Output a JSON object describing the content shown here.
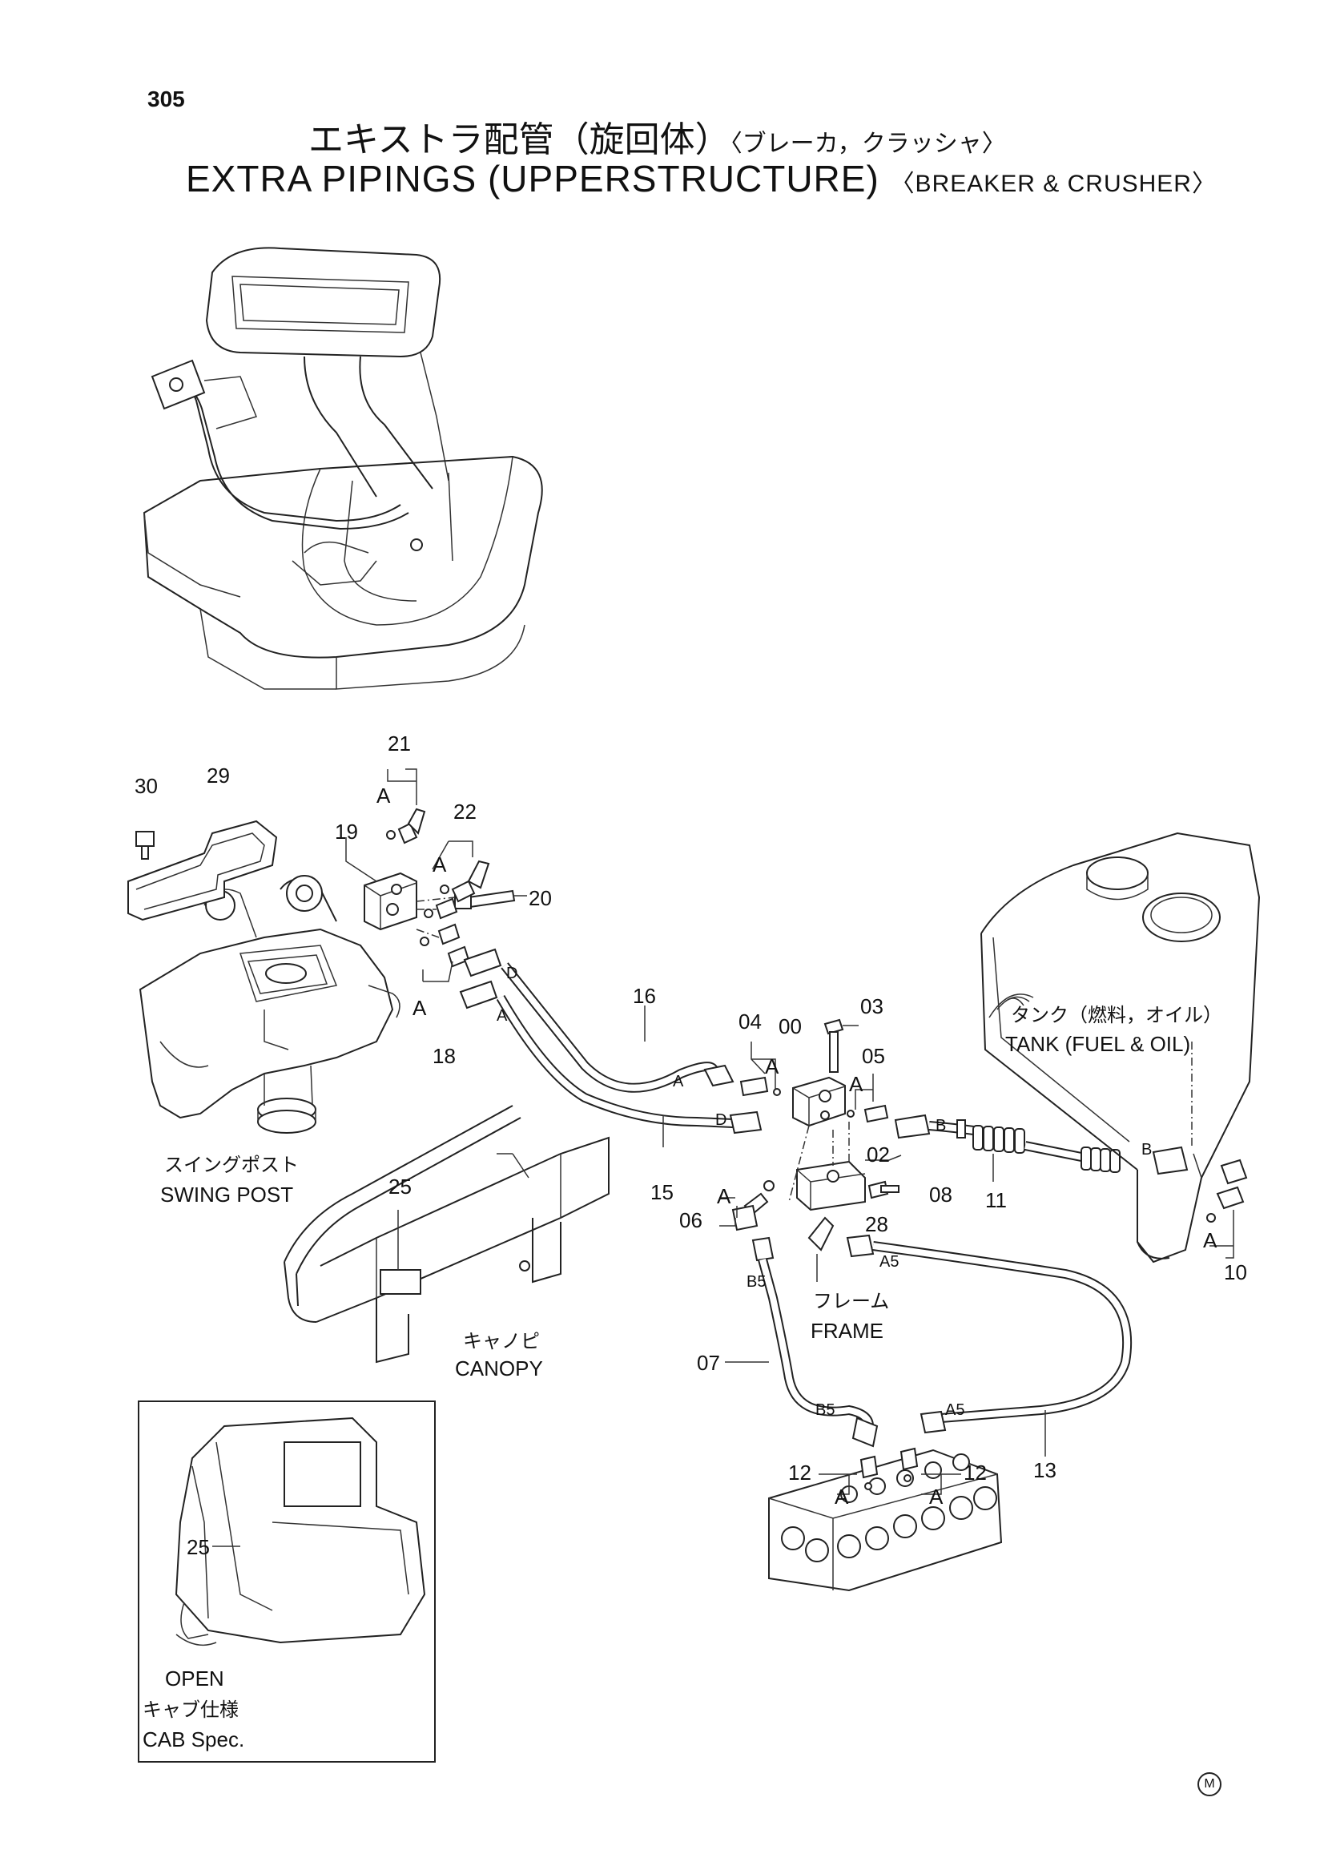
{
  "page_number": "305",
  "title_jp": "エキストラ配管（旋回体）",
  "title_jp_sub": "〈ブレーカ，クラッシャ〉",
  "title_en": "EXTRA PIPINGS (UPPERSTRUCTURE)",
  "title_en_sub": "〈BREAKER & CRUSHER〉",
  "part_numbers": {
    "p00": "00",
    "p02": "02",
    "p03": "03",
    "p04": "04",
    "p05": "05",
    "p06": "06",
    "p07": "07",
    "p08": "08",
    "p10": "10",
    "p11": "11",
    "p12a": "12",
    "p12b": "12",
    "p13": "13",
    "p15": "15",
    "p16": "16",
    "p18": "18",
    "p19": "19",
    "p20": "20",
    "p21": "21",
    "p22": "22",
    "p25": "25",
    "p25b": "25",
    "p28": "28",
    "p29": "29",
    "p30": "30"
  },
  "port_letters": {
    "a_21": "A",
    "a_22": "A",
    "a_18": "A",
    "a_04": "A",
    "a_05": "A",
    "a_06": "A",
    "a_10": "A",
    "a_12a": "A",
    "a_12b": "A",
    "hose_a1": "A",
    "hose_d1": "D",
    "hose_a2": "A",
    "hose_d2": "D",
    "hose_b1": "B",
    "hose_b2": "B",
    "hose_a5a": "A5",
    "hose_b5a": "B5",
    "hose_b5b": "B5",
    "hose_a5b": "A5"
  },
  "callouts": {
    "swing_post_jp": "スイングポスト",
    "swing_post_en": "SWING POST",
    "canopy_jp": "キャノピ",
    "canopy_en": "CANOPY",
    "frame_jp": "フレーム",
    "frame_en": "FRAME",
    "tank_jp": "タンク（燃料，オイル）",
    "tank_en": "TANK (FUEL & OIL)",
    "open": "OPEN",
    "cab_spec_jp": "キャブ仕様",
    "cab_spec_en": "CAB Spec."
  },
  "mark": "M"
}
